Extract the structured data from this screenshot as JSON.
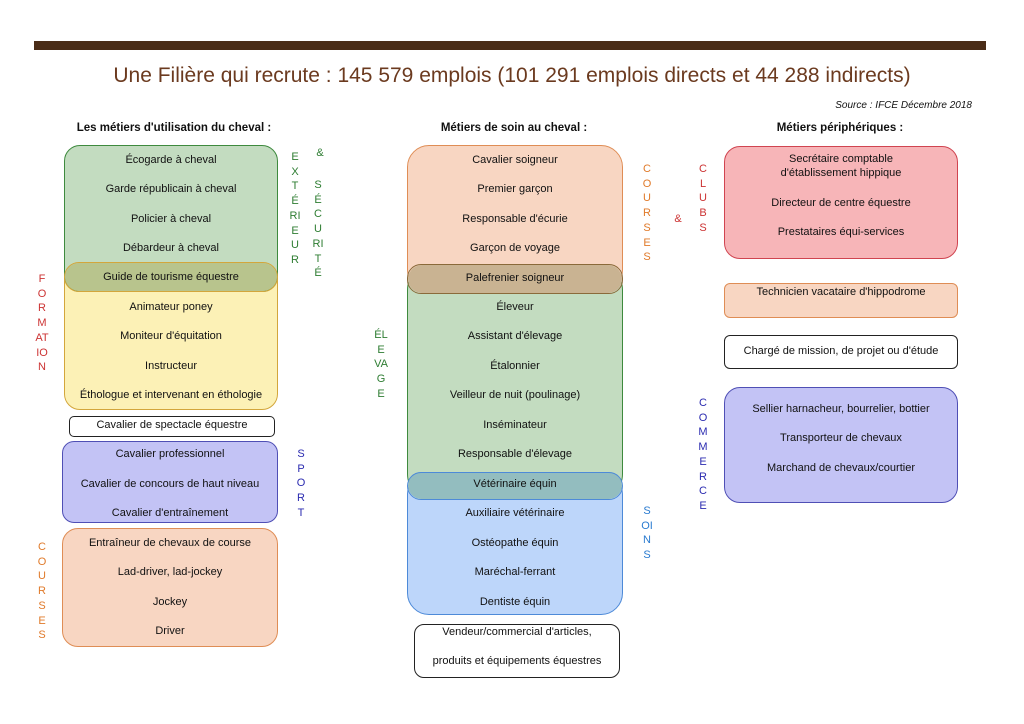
{
  "title": "Une Filière qui recrute  : 145 579 emplois (101 291 emplois directs et 44 288 indirects)",
  "source": "Source : IFCE Décembre  2018",
  "colors": {
    "green_fill": "#c3dcc0",
    "green_border": "#3e8a3e",
    "yellow_fill": "#fcf1b6",
    "yellow_border": "#d3a63b",
    "peach_fill": "#f8d6c2",
    "peach_border": "#df8d55",
    "blue_fill": "#bdd6fa",
    "blue_border": "#4d8ad8",
    "purple_fill": "#c3c3f5",
    "purple_border": "#4f4fb5",
    "red_fill": "#f7b5b8",
    "red_border": "#d04450",
    "olive_overlap": "#b8c48d",
    "tan_overlap": "#c9b392",
    "teal_overlap": "#93bdbf"
  },
  "left": {
    "heading": "Les métiers d'utilisation du cheval :",
    "exterieur": [
      "Écogarde à cheval",
      "Garde républicain à cheval",
      "Policier à cheval",
      "Débardeur à cheval"
    ],
    "overlap": "Guide de tourisme équestre",
    "formation": [
      "Animateur poney",
      "Moniteur d'équitation",
      "Instructeur",
      "Éthologue et intervenant en éthologie"
    ],
    "spectacle": "Cavalier de spectacle équestre",
    "sport": [
      "Cavalier professionnel",
      "Cavalier de concours de haut niveau",
      "Cavalier d'entraînement"
    ],
    "courses": [
      "Entraîneur de chevaux de course",
      "Lad-driver, lad-jockey",
      "Jockey",
      "Driver"
    ],
    "labels": {
      "exterieur": "EXTÉRIEUR",
      "and": "&",
      "securite": "SÉCURITÉ",
      "formation": "FORMATION",
      "sport": "SPORT",
      "courses": "COURSES"
    }
  },
  "middle": {
    "heading": "Métiers de soin au cheval :",
    "courses": [
      "Cavalier soigneur",
      "Premier garçon",
      "Responsable d'écurie",
      "Garçon de voyage"
    ],
    "overlap_top": "Palefrenier soigneur",
    "elevage": [
      "Éleveur",
      "Assistant d'élevage",
      "Étalonnier",
      "Veilleur de nuit (poulinage)",
      "Inséminateur",
      "Responsable d'élevage"
    ],
    "overlap_bottom": "Vétérinaire équin",
    "soins": [
      "Auxiliaire vétérinaire",
      "Ostéopathe équin",
      "Maréchal-ferrant",
      "Dentiste équin"
    ],
    "vendeur": [
      "Vendeur/commercial d'articles,",
      "produits et équipements équestres"
    ],
    "labels": {
      "courses": "COURSES",
      "and": "&",
      "elevage": "ÉLEVAGE",
      "soins": "SOINS"
    }
  },
  "right": {
    "heading": "Métiers périphériques :",
    "clubs": [
      "Secrétaire comptable",
      "d'établissement hippique",
      "Directeur de centre équestre",
      "Prestataires équi-services"
    ],
    "technicien": "Technicien vacataire d'hippodrome",
    "charge": "Chargé de mission, de projet ou d'étude",
    "commerce": [
      "Sellier harnacheur, bourrelier, bottier",
      "Transporteur de chevaux",
      "Marchand de chevaux/courtier"
    ],
    "labels": {
      "clubs": "CLUBS",
      "commerce": "COMMERCE"
    }
  }
}
